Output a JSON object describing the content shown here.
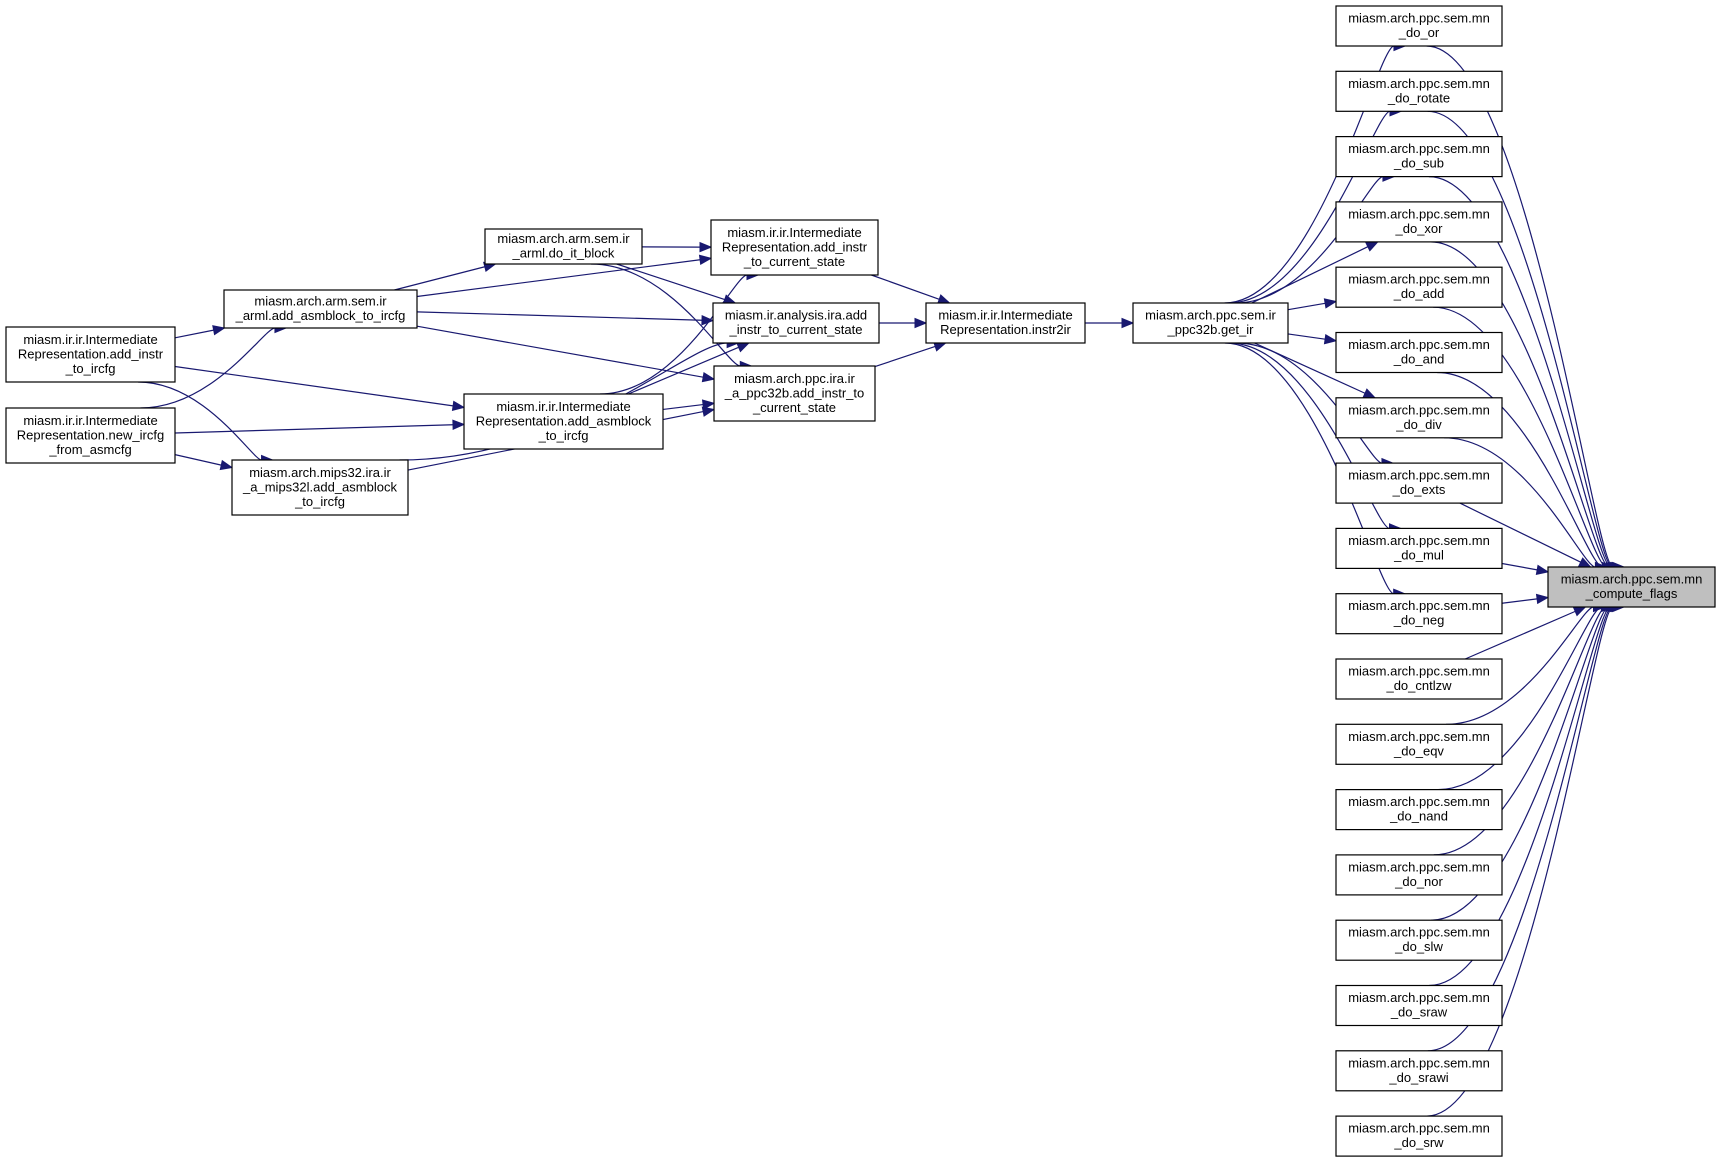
{
  "graph": {
    "direction": "right-to-left",
    "edge_color": "#191970",
    "selected_fill": "#bfbfbf",
    "nodes": [
      {
        "id": "compute_flags",
        "lines": [
          "miasm.arch.ppc.sem.mn",
          "_compute_flags"
        ],
        "selected": true
      },
      {
        "id": "do_or",
        "lines": [
          "miasm.arch.ppc.sem.mn",
          "_do_or"
        ]
      },
      {
        "id": "do_rotate",
        "lines": [
          "miasm.arch.ppc.sem.mn",
          "_do_rotate"
        ]
      },
      {
        "id": "do_sub",
        "lines": [
          "miasm.arch.ppc.sem.mn",
          "_do_sub"
        ]
      },
      {
        "id": "do_xor",
        "lines": [
          "miasm.arch.ppc.sem.mn",
          "_do_xor"
        ]
      },
      {
        "id": "do_add",
        "lines": [
          "miasm.arch.ppc.sem.mn",
          "_do_add"
        ]
      },
      {
        "id": "do_and",
        "lines": [
          "miasm.arch.ppc.sem.mn",
          "_do_and"
        ]
      },
      {
        "id": "do_div",
        "lines": [
          "miasm.arch.ppc.sem.mn",
          "_do_div"
        ]
      },
      {
        "id": "do_exts",
        "lines": [
          "miasm.arch.ppc.sem.mn",
          "_do_exts"
        ]
      },
      {
        "id": "do_mul",
        "lines": [
          "miasm.arch.ppc.sem.mn",
          "_do_mul"
        ]
      },
      {
        "id": "do_neg",
        "lines": [
          "miasm.arch.ppc.sem.mn",
          "_do_neg"
        ]
      },
      {
        "id": "do_cntlzw",
        "lines": [
          "miasm.arch.ppc.sem.mn",
          "_do_cntlzw"
        ]
      },
      {
        "id": "do_eqv",
        "lines": [
          "miasm.arch.ppc.sem.mn",
          "_do_eqv"
        ]
      },
      {
        "id": "do_nand",
        "lines": [
          "miasm.arch.ppc.sem.mn",
          "_do_nand"
        ]
      },
      {
        "id": "do_nor",
        "lines": [
          "miasm.arch.ppc.sem.mn",
          "_do_nor"
        ]
      },
      {
        "id": "do_slw",
        "lines": [
          "miasm.arch.ppc.sem.mn",
          "_do_slw"
        ]
      },
      {
        "id": "do_sraw",
        "lines": [
          "miasm.arch.ppc.sem.mn",
          "_do_sraw"
        ]
      },
      {
        "id": "do_srawi",
        "lines": [
          "miasm.arch.ppc.sem.mn",
          "_do_srawi"
        ]
      },
      {
        "id": "do_srw",
        "lines": [
          "miasm.arch.ppc.sem.mn",
          "_do_srw"
        ]
      },
      {
        "id": "get_ir",
        "lines": [
          "miasm.arch.ppc.sem.ir",
          "_ppc32b.get_ir"
        ]
      },
      {
        "id": "instr2ir",
        "lines": [
          "miasm.ir.ir.Intermediate",
          "Representation.instr2ir"
        ]
      },
      {
        "id": "ir_add_instr",
        "lines": [
          "miasm.ir.ir.Intermediate",
          "Representation.add_instr",
          "_to_current_state"
        ]
      },
      {
        "id": "ira_add_instr",
        "lines": [
          "miasm.ir.analysis.ira.add",
          "_instr_to_current_state"
        ]
      },
      {
        "id": "ppc_add_instr",
        "lines": [
          "miasm.arch.ppc.ira.ir",
          "_a_ppc32b.add_instr_to",
          "_current_state"
        ]
      },
      {
        "id": "do_it_block",
        "lines": [
          "miasm.arch.arm.sem.ir",
          "_arml.do_it_block"
        ]
      },
      {
        "id": "arm_add_asmblock",
        "lines": [
          "miasm.arch.arm.sem.ir",
          "_arml.add_asmblock_to_ircfg"
        ]
      },
      {
        "id": "ir_add_asmblock",
        "lines": [
          "miasm.ir.ir.Intermediate",
          "Representation.add_asmblock",
          "_to_ircfg"
        ]
      },
      {
        "id": "mips_add_asmblock",
        "lines": [
          "miasm.arch.mips32.ira.ir",
          "_a_mips32l.add_asmblock",
          "_to_ircfg"
        ]
      },
      {
        "id": "ir_add_instr_ircfg",
        "lines": [
          "miasm.ir.ir.Intermediate",
          "Representation.add_instr",
          "_to_ircfg"
        ]
      },
      {
        "id": "new_ircfg",
        "lines": [
          "miasm.ir.ir.Intermediate",
          "Representation.new_ircfg",
          "_from_asmcfg"
        ]
      }
    ],
    "edges": [
      [
        "do_or",
        "compute_flags"
      ],
      [
        "do_rotate",
        "compute_flags"
      ],
      [
        "do_sub",
        "compute_flags"
      ],
      [
        "do_xor",
        "compute_flags"
      ],
      [
        "do_add",
        "compute_flags"
      ],
      [
        "do_and",
        "compute_flags"
      ],
      [
        "do_div",
        "compute_flags"
      ],
      [
        "do_exts",
        "compute_flags"
      ],
      [
        "do_mul",
        "compute_flags"
      ],
      [
        "do_neg",
        "compute_flags"
      ],
      [
        "do_cntlzw",
        "compute_flags"
      ],
      [
        "do_eqv",
        "compute_flags"
      ],
      [
        "do_nand",
        "compute_flags"
      ],
      [
        "do_nor",
        "compute_flags"
      ],
      [
        "do_slw",
        "compute_flags"
      ],
      [
        "do_sraw",
        "compute_flags"
      ],
      [
        "do_srawi",
        "compute_flags"
      ],
      [
        "do_srw",
        "compute_flags"
      ],
      [
        "get_ir",
        "do_or"
      ],
      [
        "get_ir",
        "do_rotate"
      ],
      [
        "get_ir",
        "do_sub"
      ],
      [
        "get_ir",
        "do_xor"
      ],
      [
        "get_ir",
        "do_add"
      ],
      [
        "get_ir",
        "do_and"
      ],
      [
        "get_ir",
        "do_div"
      ],
      [
        "get_ir",
        "do_exts"
      ],
      [
        "get_ir",
        "do_mul"
      ],
      [
        "get_ir",
        "do_neg"
      ],
      [
        "instr2ir",
        "get_ir"
      ],
      [
        "ir_add_instr",
        "instr2ir"
      ],
      [
        "ira_add_instr",
        "instr2ir"
      ],
      [
        "ppc_add_instr",
        "instr2ir"
      ],
      [
        "do_it_block",
        "ir_add_instr"
      ],
      [
        "do_it_block",
        "ira_add_instr"
      ],
      [
        "do_it_block",
        "ppc_add_instr"
      ],
      [
        "arm_add_asmblock",
        "do_it_block"
      ],
      [
        "arm_add_asmblock",
        "ir_add_instr"
      ],
      [
        "arm_add_asmblock",
        "ira_add_instr"
      ],
      [
        "arm_add_asmblock",
        "ppc_add_instr"
      ],
      [
        "ir_add_asmblock",
        "ir_add_instr"
      ],
      [
        "ir_add_asmblock",
        "ira_add_instr"
      ],
      [
        "ir_add_asmblock",
        "ppc_add_instr"
      ],
      [
        "mips_add_asmblock",
        "ira_add_instr"
      ],
      [
        "mips_add_asmblock",
        "ppc_add_instr"
      ],
      [
        "ir_add_instr_ircfg",
        "arm_add_asmblock"
      ],
      [
        "ir_add_instr_ircfg",
        "ir_add_asmblock"
      ],
      [
        "ir_add_instr_ircfg",
        "mips_add_asmblock"
      ],
      [
        "new_ircfg",
        "arm_add_asmblock"
      ],
      [
        "new_ircfg",
        "ir_add_asmblock"
      ],
      [
        "new_ircfg",
        "mips_add_asmblock"
      ]
    ]
  }
}
